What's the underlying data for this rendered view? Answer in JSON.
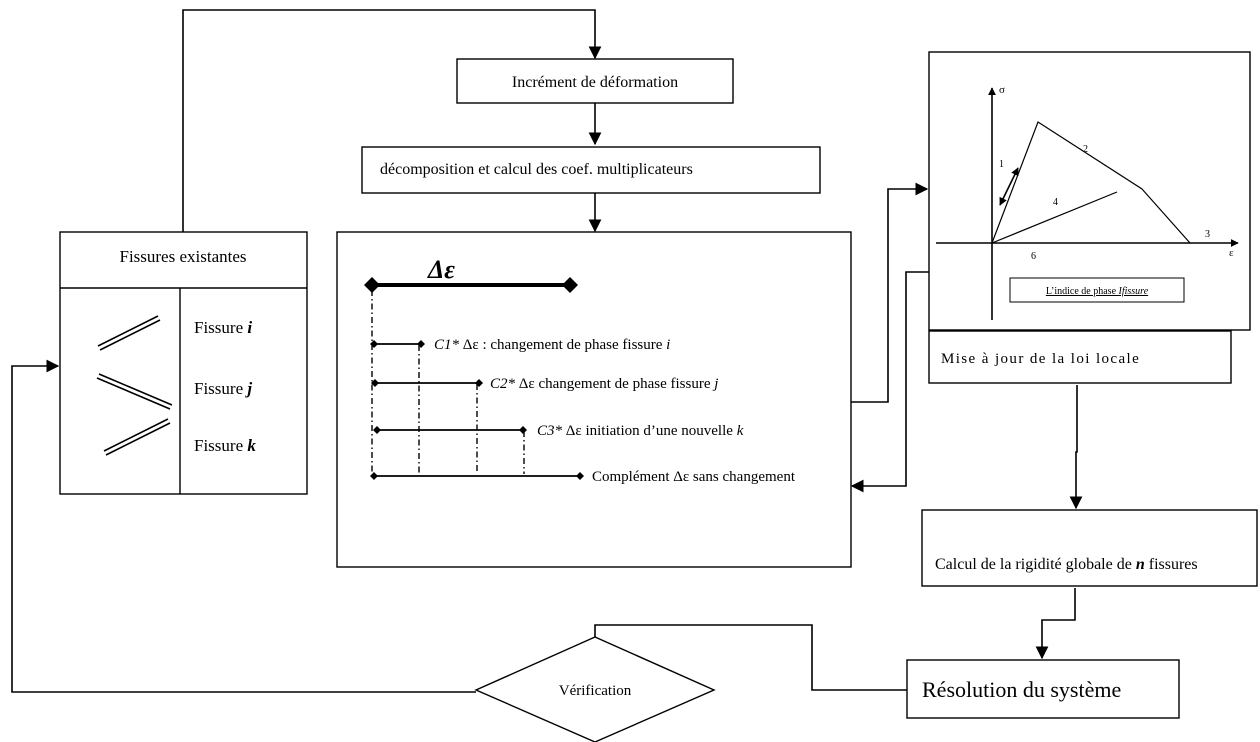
{
  "boxes": {
    "increment": "Incrément de déformation",
    "decomposition": "décomposition et calcul des coef. multiplicateurs",
    "verification": "Vérification",
    "resolution": "Résolution du système",
    "miseajour": "Mise à jour de la loi locale"
  },
  "fissures": {
    "header": "Fissures existantes",
    "word": "Fissure",
    "labels": [
      "i",
      "j",
      "k"
    ]
  },
  "rigidite": {
    "prefix": "Calcul de la rigidité globale de ",
    "n": "n",
    "suffix": " fissures"
  },
  "decomp_panel": {
    "delta_title": "Δε",
    "steps": [
      {
        "coef": "C1*",
        "text": " Δε : changement de phase fissure ",
        "var": "i"
      },
      {
        "coef": "C2*",
        "text": " Δε changement de phase fissure ",
        "var": "j"
      },
      {
        "coef": "C3*",
        "text": " Δε initiation d’une nouvelle ",
        "var": "k"
      }
    ],
    "complement": "Complément Δε sans changement"
  },
  "law_plot": {
    "y_label": "σ",
    "x_label": "ε",
    "phase_numbers": [
      "1",
      "2",
      "3",
      "4",
      "6"
    ],
    "index_prefix": "L’indice de phase ",
    "index_var": "Ifissure"
  }
}
